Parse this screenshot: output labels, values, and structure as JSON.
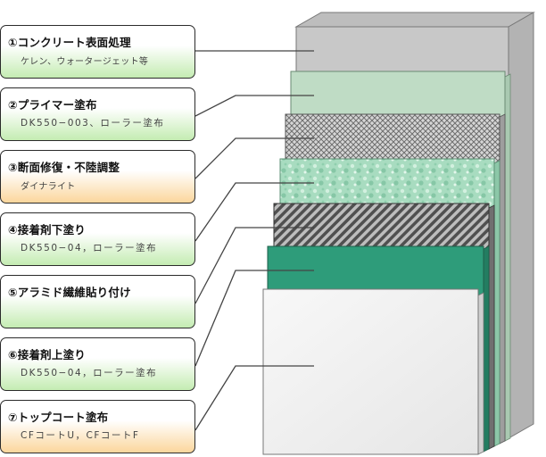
{
  "layers": [
    {
      "title": "①コンクリート表面処理",
      "subtitle": "ケレン、ウォータージェット等",
      "theme": "green"
    },
    {
      "title": "②プライマー塗布",
      "subtitle": "DK550−003、ローラー塗布",
      "theme": "green"
    },
    {
      "title": "③断面修復・不陸調整",
      "subtitle": "ダイナライト",
      "theme": "orange"
    },
    {
      "title": "④接着剤下塗り",
      "subtitle": "DK550−04，ローラー塗布",
      "theme": "green"
    },
    {
      "title": "⑤アラミド繊維貼り付け",
      "subtitle": "",
      "theme": "green"
    },
    {
      "title": "⑥接着剤上塗り",
      "subtitle": "DK550−04，ローラー塗布",
      "theme": "green"
    },
    {
      "title": "⑦トップコート塗布",
      "subtitle": "CFコートU，CFコートF",
      "theme": "orange"
    }
  ],
  "colors": {
    "concrete": "#c8c8c8",
    "primer": "#bfdcc5",
    "repair_mesh": "#8a8a8a",
    "mortar": "#a8dcc0",
    "adhesive_hatch": "#555555",
    "fiber": "#2e9c7a",
    "topcoat": "#efefef",
    "label_green": "#c4ecb2",
    "label_orange": "#fbd69c"
  }
}
